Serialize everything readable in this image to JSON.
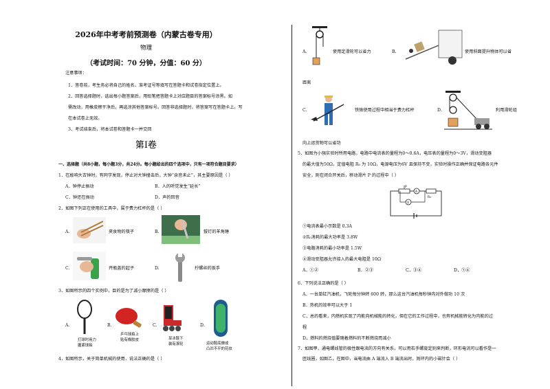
{
  "header": {
    "title": "2026年中考考前预测卷（内蒙古卷专用）",
    "subject": "物理",
    "exam_info": "（考试时间：70 分钟，分值：60 分）"
  },
  "notes": {
    "heading": "注意事项：",
    "n1": "1．答卷前，考生务必将自己的姓名、准考证号等填写在答题卡和试卷指定位置上。",
    "n2a": "2．回答选择题时，选出每小题答案后，用铅笔把答题卡上对应题目的答案标号涂黑。如",
    "n2b": "需改动，用橡皮擦干净后，再选涂其他答案标号。回答非选择题时，将答案写在答题卡上。写",
    "n2c": "在本试卷上无效。",
    "n3": "3．考试结束后，将本试卷和答题卡一并交回"
  },
  "section": {
    "volume": "第Ⅰ卷",
    "heading": "一、选择题（共8小题，每小题3分，共24分。每小题给出的四个选项中，只有一项符合题目要求）"
  },
  "q1": {
    "stem_a": "1．在敲响大古钟时，有同学发现，停止对大钟撞击后，大钟“余音未止”，其主要原因是（    ）",
    "a": "A．钟停止振动",
    "b": "B．人的听觉发生“延长”",
    "c": "C．钟还在振动",
    "d": "D．声的回音"
  },
  "q2": {
    "stem": "2．如图下列正在使用的工具中，属于费力杠杆的是（    ）",
    "a_label": "A.",
    "a_cap": "夹食物的筷子",
    "b_label": "B.",
    "b_cap": "拔钉的羊角锤",
    "c_label": "C.",
    "c_cap": "开瓶盖的起子",
    "d_label": "D.",
    "d_cap": "拧螺丝的扳手"
  },
  "q3": {
    "stem": "3．如图所示的四个实例中，目的是为了减小摩擦的是（    ）",
    "a_cap1": "打球时用力",
    "a_cap2": "握紧球拍",
    "b_cap1": "乒乓球拍上",
    "b_cap2": "贴有橡胶皮",
    "c_cap1": "旱冰鞋下",
    "c_cap2": "装有滚轮",
    "d_cap1": "运动鞋底做成",
    "d_cap2": "凸凹不平的花纹"
  },
  "q4": {
    "stem": "4．如图所示，关于简单机械的使用，说法正确的是（    ）",
    "a_label": "A.",
    "a_text": "使用定滑轮可以省力",
    "b_label": "B.",
    "b_text": "使用斜面提升物体可以省",
    "b_cont": "距离",
    "c_label": "C.",
    "c_text": "铁锹使用过程中相当于费力杠杆",
    "d_label": "D.",
    "d_text": "利用滑轮组",
    "d_cont": "向上运货物可以省功"
  },
  "q5": {
    "l1": "5．如图为小强实验时所用电路，电路中电流表的量程为0～0.6A，电压表的量程为0～3V，滑动变阻器",
    "l2": "的最大值为50Ω，定值电阻 R₀ 为 10Ω，电源电压为6V 且保持不变，实验时操作正确并保证电路各元件",
    "l3": "安全，则在闭合开关后，移动滑片 P 的过程中（    ）",
    "o1": "①电流表最小示数是 0.3A",
    "o2": "②R₀消耗的最大功率是 3.8W",
    "o3": "③电路消耗的最小功率是 1.5W",
    "o4": "④滑动变阻器允许接入的最大电阻是 10Ω",
    "a": "A．①②",
    "b": "B．②③",
    "c": "C．③④",
    "d": "D．①④",
    "lbl_p": "P",
    "lbl_r0": "R₀",
    "lbl_a": "A",
    "lbl_v": "V"
  },
  "q6": {
    "stem": "6．下列说法正确的是（    ）",
    "a": "A．一台单缸汽油机，飞轮每分钟转 600 转，那么这台汽油机每秒钟内对外做功 10 次",
    "b": "B．热机的效率可以大于 1",
    "c": "C．总的看来，内燃机实现了内能向机械能的转化，但在它的工作过程中，也有机械能转化为内能的过",
    "c_cont": "程",
    "d": "D．燃料的燃烧值要随着燃料的不断燃烧而减小"
  },
  "q7": {
    "l1": "7．如图甲，通电螺线管的极性跟电流的方向有关系，可以用右手螺旋定则来判断，环形电流可以看作是一",
    "l2": "匝线圈，如图乙，在图中，当电流由 A 端流入 B 端流出时，则环内的小磁针会（    ）"
  }
}
